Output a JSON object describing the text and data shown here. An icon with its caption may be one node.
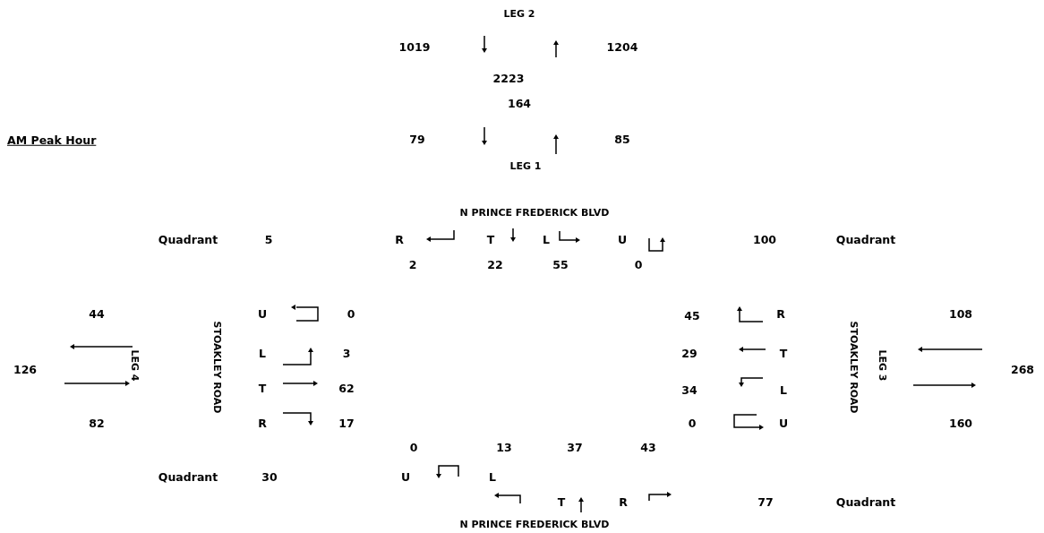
{
  "diagram": {
    "labels": [
      "LEG 2",
      "1019",
      "1204",
      "2223",
      "164",
      "AM Peak Hour",
      "79",
      "85",
      "LEG 1",
      "N PRINCE FREDERICK BLVD",
      "Quadrant",
      "5",
      "R",
      "T",
      "L",
      "U",
      "100",
      "Quadrant",
      "2",
      "22",
      "55",
      "0",
      "44",
      "U",
      "0",
      "45",
      "R",
      "108",
      "STOAKLEY ROAD",
      "STOAKLEY ROAD",
      "LEG 4",
      "LEG 3",
      "L",
      "3",
      "29",
      "T",
      "126",
      "268",
      "T",
      "62",
      "34",
      "L",
      "82",
      "R",
      "17",
      "0",
      "U",
      "160",
      "0",
      "13",
      "37",
      "43",
      "Quadrant",
      "30",
      "U",
      "L",
      "T",
      "R",
      "77",
      "Quadrant",
      "N PRINCE FREDERICK BLVD"
    ]
  }
}
